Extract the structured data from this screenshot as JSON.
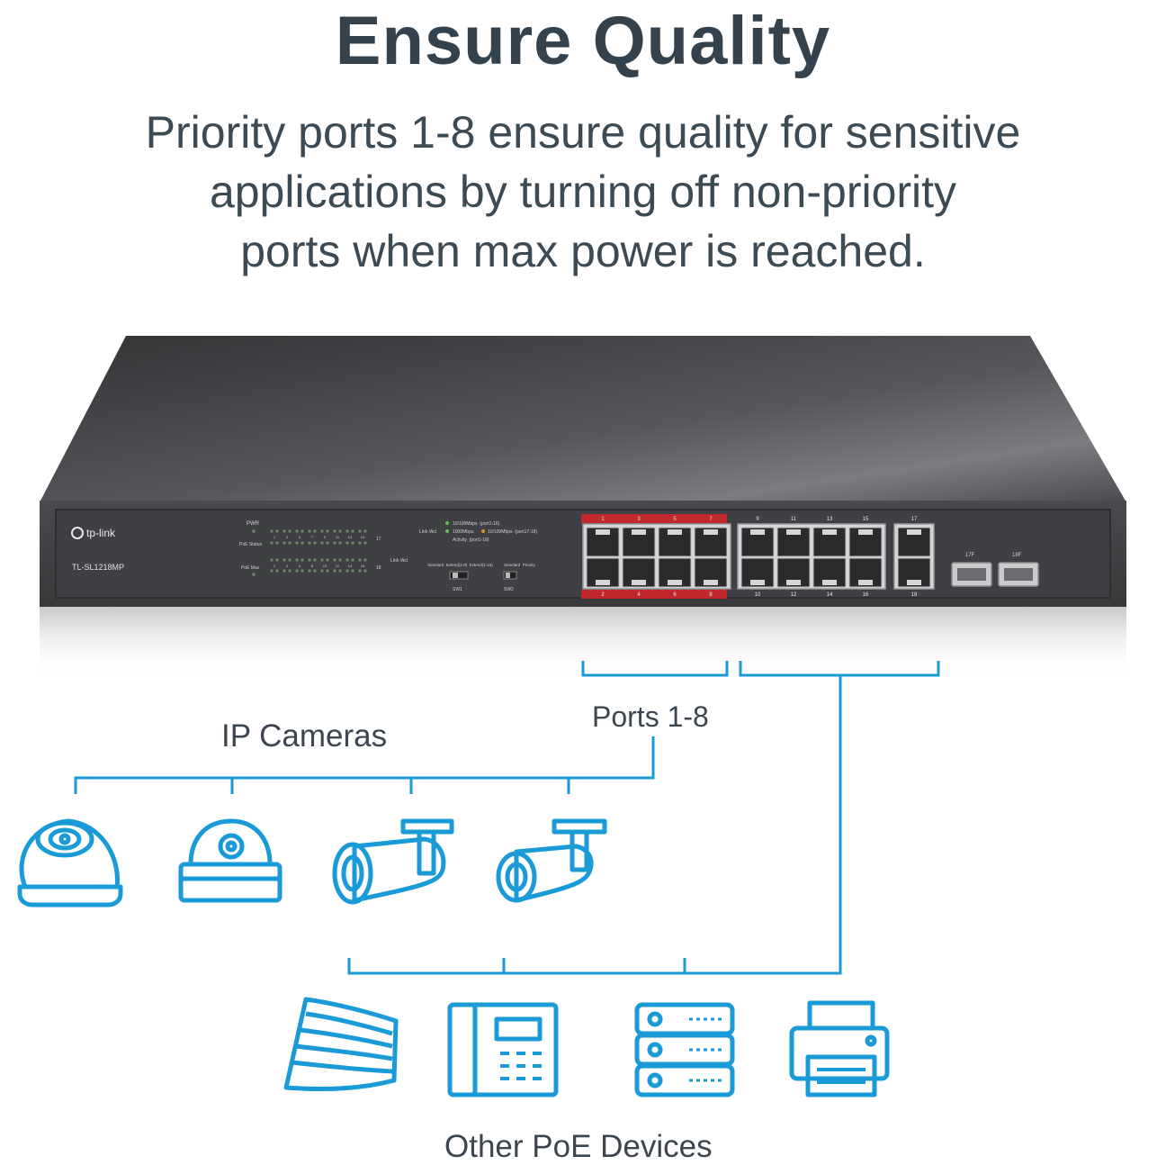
{
  "headline": "Ensure Quality",
  "description": {
    "line1": "Priority ports 1-8 ensure quality for sensitive",
    "line2": "applications by turning off non-priority",
    "line3": "ports when max power is reached."
  },
  "switch": {
    "brand": "tp-link",
    "model": "TL-SL1218MP",
    "leds": {
      "pwr": "PWR",
      "poe_status": "PoE Status",
      "poe_max": "PoE Max",
      "link_act": "Link /Act",
      "link_act_right": "Link /Act",
      "top_numbers": [
        "1",
        "3",
        "5",
        "7",
        "9",
        "11",
        "13",
        "15"
      ],
      "bottom_numbers": [
        "2",
        "4",
        "6",
        "8",
        "10",
        "12",
        "14",
        "16"
      ],
      "port17": "17",
      "port18": "18"
    },
    "legend": {
      "row1": "10/100Mbps  (port1-16)",
      "row2": "1000Mbps",
      "row2b": "10/100Mbps  (port17-18)",
      "row3": "Activity  (port1-18)"
    },
    "sw1": {
      "name": "SW1",
      "options": "Standard  Extend(1-8)  Extend(1-16)"
    },
    "sw2": {
      "name": "SW2",
      "options": "Standard  Priority"
    },
    "ports_top": [
      "1",
      "3",
      "5",
      "7",
      "9",
      "11",
      "13",
      "15",
      "17"
    ],
    "ports_bottom": [
      "2",
      "4",
      "6",
      "8",
      "10",
      "12",
      "14",
      "16",
      "18"
    ],
    "sfp": [
      "17F",
      "18F"
    ]
  },
  "labels": {
    "ports": "Ports 1-8",
    "cameras": "IP Cameras",
    "devices": "Other PoE Devices"
  },
  "colors": {
    "accent": "#1a9ad6",
    "priority": "#c0282d",
    "headline": "#33424d",
    "chassis": "#3e3f41"
  },
  "camera_icons": [
    "dome-camera-icon",
    "dome-camera-icon",
    "bullet-camera-icon",
    "bullet-camera-icon"
  ],
  "device_icons": [
    "access-point-icon",
    "ip-phone-icon",
    "server-icon",
    "printer-icon"
  ]
}
